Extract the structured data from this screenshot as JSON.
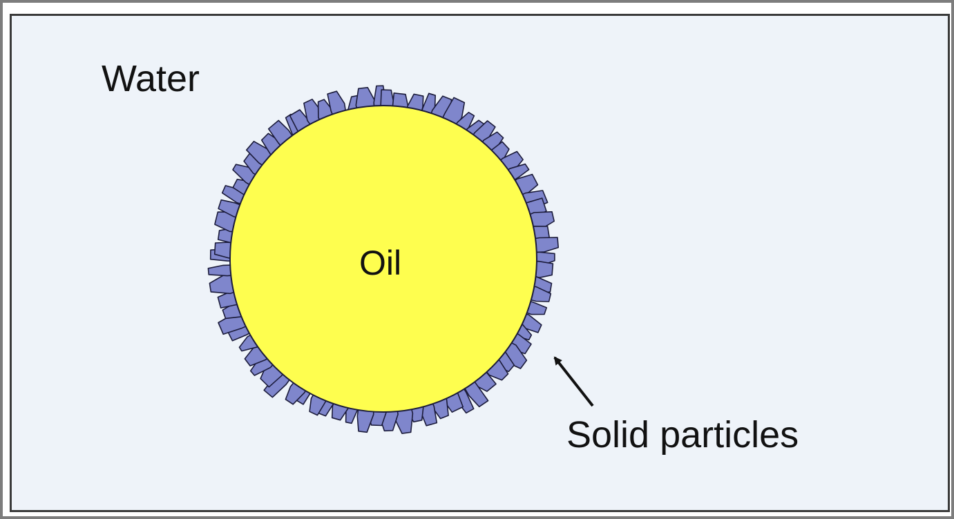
{
  "labels": {
    "medium": "Water",
    "core": "Oil",
    "shell": "Solid particles"
  },
  "colors": {
    "oil": "#fefe4f",
    "particles": "#7f86cc",
    "outline": "#1b1b3a",
    "background": "#eef3f9"
  },
  "particle_count": 78
}
